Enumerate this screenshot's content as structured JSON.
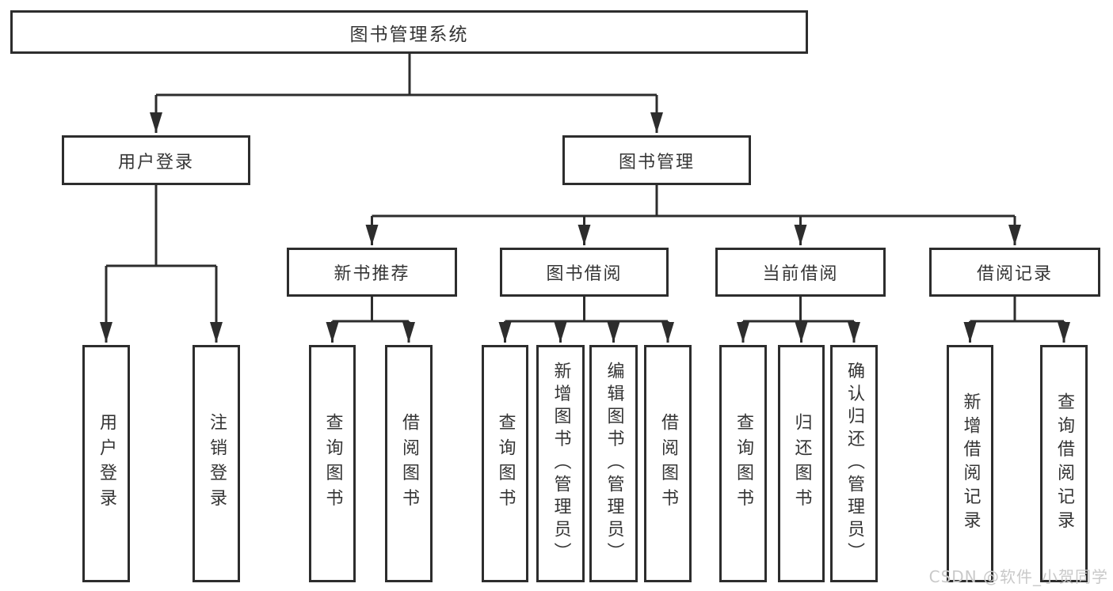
{
  "watermark": "CSDN @软件_小贺同学",
  "colors": {
    "background": "#ffffff",
    "box_border": "#2d2d2d",
    "line": "#2d2d2d",
    "text": "#353535",
    "watermark": "#c9c9c9"
  },
  "tree": {
    "root": {
      "label": "图书管理系统"
    },
    "branches": [
      {
        "label": "用户登录",
        "children": [
          {
            "label": "用户登录"
          },
          {
            "label": "注销登录"
          }
        ]
      },
      {
        "label": "图书管理",
        "children": [
          {
            "label": "新书推荐",
            "children": [
              {
                "label": "查询图书"
              },
              {
                "label": "借阅图书"
              }
            ]
          },
          {
            "label": "图书借阅",
            "children": [
              {
                "label": "查询图书"
              },
              {
                "label": "新增图书（管理员）"
              },
              {
                "label": "编辑图书（管理员）"
              },
              {
                "label": "借阅图书"
              }
            ]
          },
          {
            "label": "当前借阅",
            "children": [
              {
                "label": "查询图书"
              },
              {
                "label": "归还图书"
              },
              {
                "label": "确认归还（管理员）"
              }
            ]
          },
          {
            "label": "借阅记录",
            "children": [
              {
                "label": "新增借阅记录"
              },
              {
                "label": "查询借阅记录"
              }
            ]
          }
        ]
      }
    ]
  }
}
